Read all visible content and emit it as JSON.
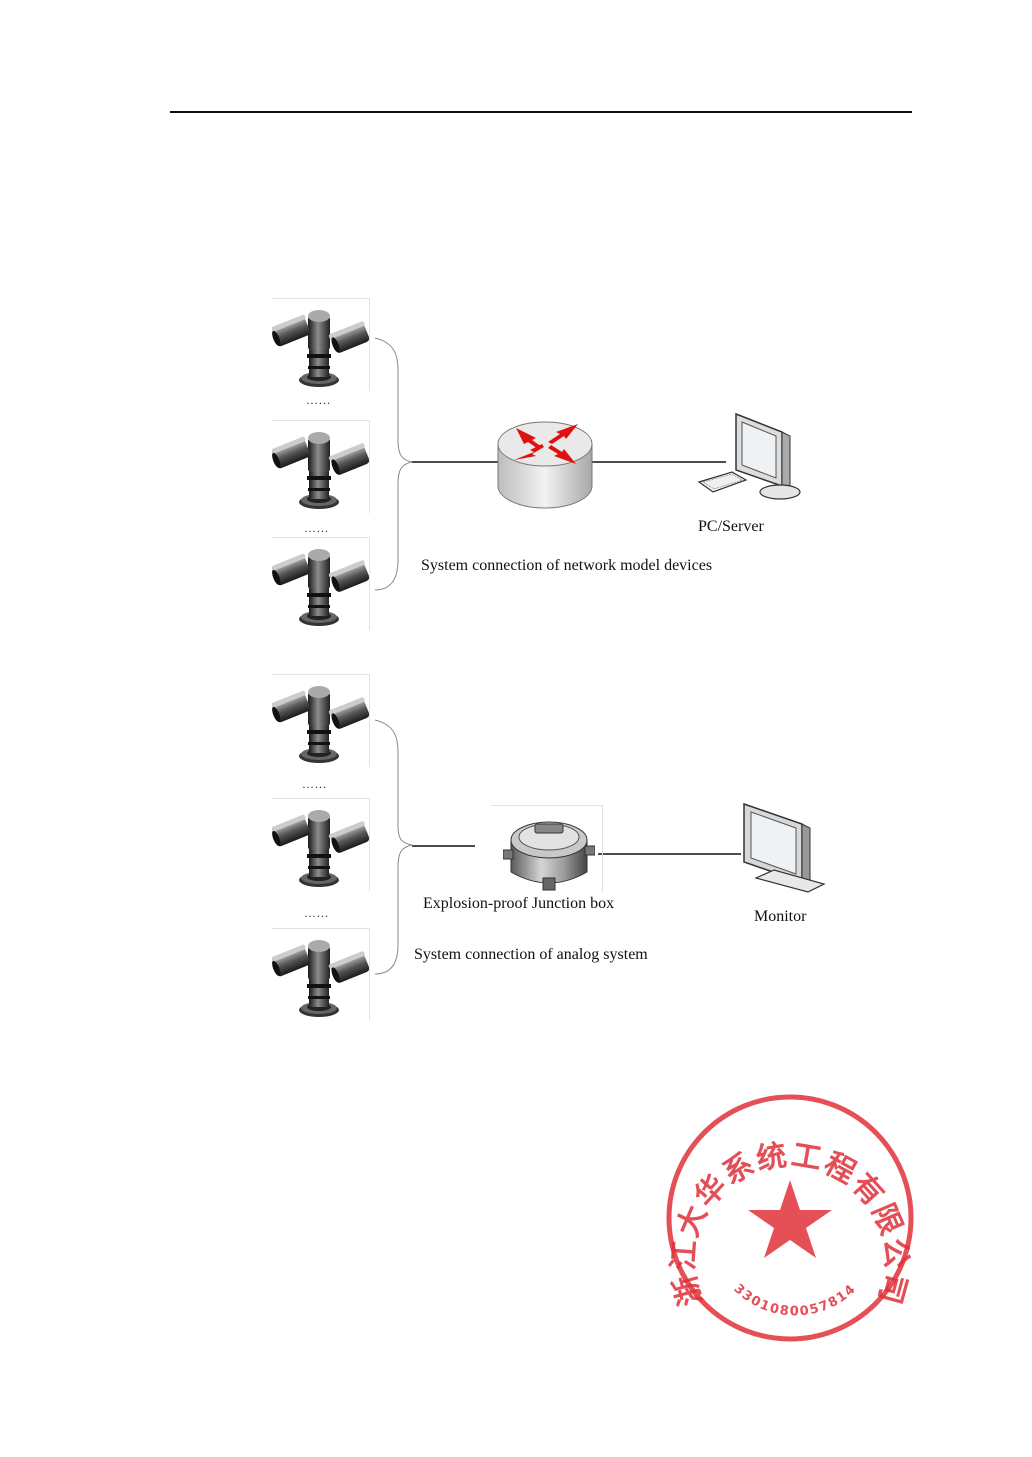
{
  "network_system": {
    "caption": "System connection of network model devices",
    "ellipsis_1": "……",
    "ellipsis_2": "……",
    "icons": {
      "camera": "ptz-dual-camera-icon",
      "hub": "router-icon",
      "terminal": "pc-server-icon"
    },
    "terminal_label": "PC/Server"
  },
  "analog_system": {
    "caption": "System connection of analog system",
    "ellipsis_1": "……",
    "ellipsis_2": "……",
    "icons": {
      "camera": "ptz-dual-camera-icon",
      "hub": "junction-box-icon",
      "terminal": "monitor-icon"
    },
    "junction_label": "Explosion-proof Junction box",
    "terminal_label": "Monitor"
  },
  "seal": {
    "text": "浙江大华系统工程有限公司",
    "number": "3301080057814",
    "color": "#e0313a"
  },
  "colors": {
    "line": "#111111",
    "arrow": "#e01010",
    "router_body": "#d8d8d8",
    "seal": "#e0313a"
  }
}
